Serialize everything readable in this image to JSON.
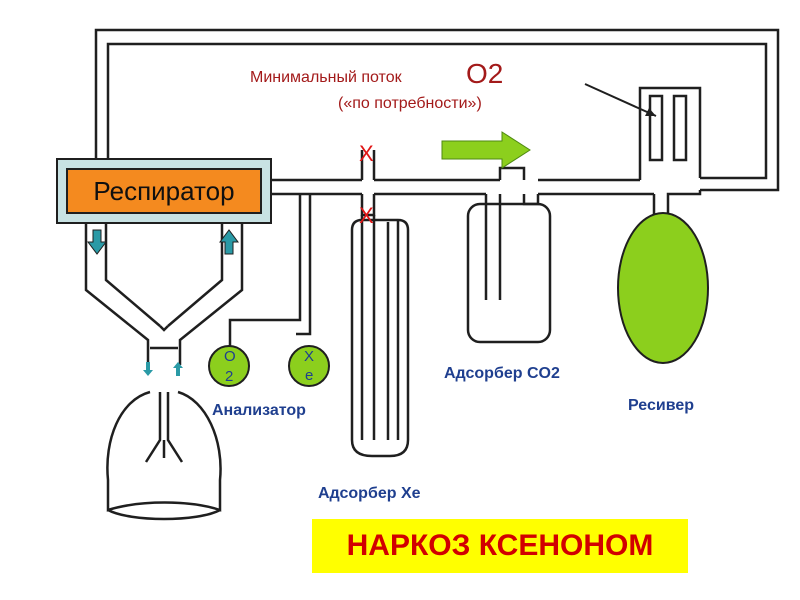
{
  "labels": {
    "min_flow": "Минимальный поток",
    "o2": "O2",
    "on_demand": "(«по потребности»)",
    "respirator": "Респиратор",
    "analyzer": "Анализатор",
    "adsorber_co2": "Адсорбер CO2",
    "adsorber_xe": "Адсорбер Xe",
    "receiver": "Ресивер",
    "title": "НАРКОЗ КСЕНОНОМ"
  },
  "gauges": {
    "o2_letters": [
      "O",
      "2"
    ],
    "xe_letters": [
      "X",
      "e"
    ]
  },
  "valve_marks": [
    "X",
    "X"
  ],
  "colors": {
    "line": "#1f1f1f",
    "respirator_frame": "#c8e2e3",
    "respirator_fill": "#f48a1f",
    "green": "#8ccf1d",
    "arrow_teal": "#2a9aa6",
    "label_red": "#a31a1a",
    "label_blue": "#1f3f8f",
    "title_bg": "#ffff00",
    "title_fg": "#d10000"
  }
}
